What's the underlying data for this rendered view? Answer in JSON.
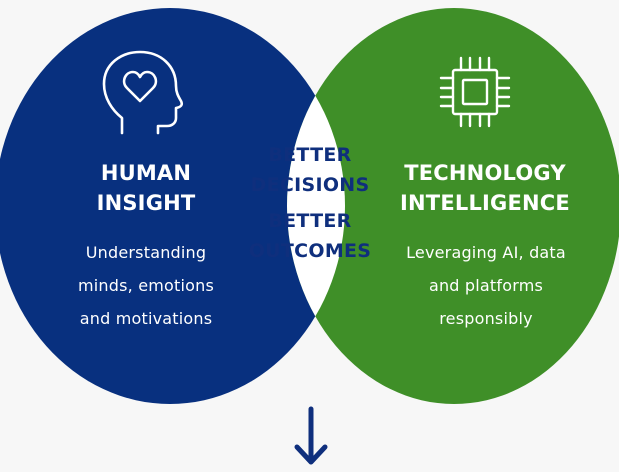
{
  "left": {
    "title_line1": "HUMAN",
    "title_line2": "INSIGHT",
    "desc_line1": "Understanding",
    "desc_line2": "minds, emotions",
    "desc_line3": "and motivations",
    "icon": "head-heart-icon",
    "color": "#08307f"
  },
  "right": {
    "title_line1": "TECHNOLOGY",
    "title_line2": "INTELLIGENCE",
    "desc_line1": "Leveraging AI, data",
    "desc_line2": "and platforms",
    "desc_line3": "responsibly",
    "icon": "chip-icon",
    "color": "#3f8f28"
  },
  "center": {
    "line1": "BETTER",
    "line2": "DECISIONS",
    "line3": "BETTER",
    "line4": "OUTCOMES",
    "color": "#0f2f7d"
  },
  "arrow": {
    "icon": "arrow-down-icon",
    "color": "#0f2f7d"
  }
}
